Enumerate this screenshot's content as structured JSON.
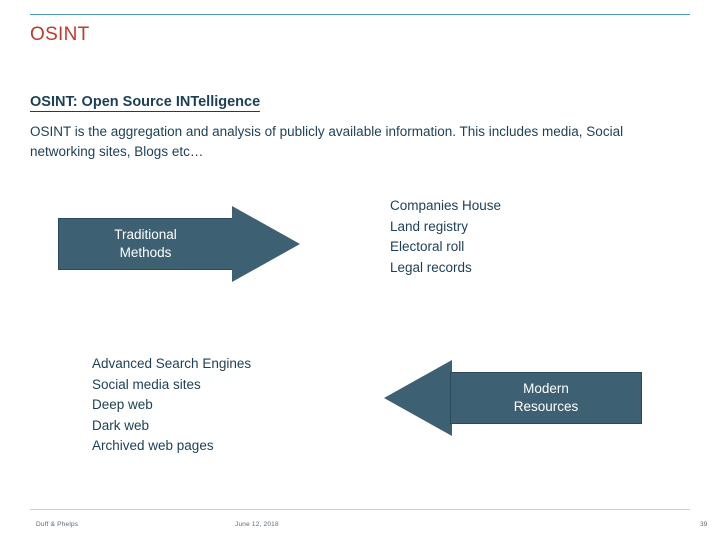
{
  "slide": {
    "title": "OSINT",
    "heading": "OSINT: Open Source INTelligence",
    "body": "OSINT is the aggregation and analysis of publicly available information. This includes media, Social networking sites, Blogs etc…",
    "accent_rule_color": "#4f9ab5",
    "title_color": "#c0392b",
    "text_color": "#1c3f56",
    "arrow_fill": "#3d6073"
  },
  "arrows": {
    "traditional": {
      "line1": "Traditional",
      "line2": "Methods",
      "direction": "right"
    },
    "modern": {
      "line1": "Modern",
      "line2": "Resources",
      "direction": "left"
    }
  },
  "lists": {
    "traditional_sources": [
      "Companies House",
      "Land registry",
      "Electoral roll",
      "Legal records"
    ],
    "modern_sources": [
      "Advanced Search Engines",
      "Social media sites",
      "Deep web",
      "Dark web",
      "Archived web pages"
    ]
  },
  "footer": {
    "left": "Duff & Phelps",
    "center": "June 12, 2018",
    "page": "39"
  }
}
